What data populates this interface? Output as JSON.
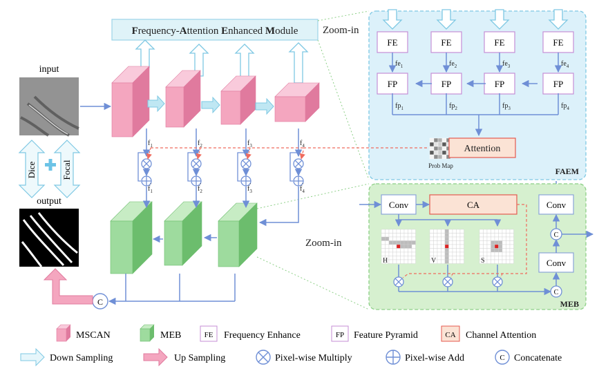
{
  "module_title": {
    "letters": [
      "F",
      "A",
      "E",
      "M"
    ],
    "rests": [
      "requency-",
      "ttention ",
      "nhanced ",
      "odule"
    ]
  },
  "zoom_in_top": "Zoom-in",
  "zoom_in_bottom": "Zoom-in",
  "input_label": "input",
  "output_label": "output",
  "loss": {
    "left": "Dice",
    "right": "Focal"
  },
  "features": {
    "f": [
      {
        "base": "f",
        "sub": "1"
      },
      {
        "base": "f",
        "sub": "2"
      },
      {
        "base": "f",
        "sub": "3"
      },
      {
        "base": "f",
        "sub": "4"
      }
    ],
    "fprime": [
      {
        "base": "f",
        "sub": "1",
        "sup": "'"
      },
      {
        "base": "f",
        "sub": "2",
        "sup": "'"
      },
      {
        "base": "f",
        "sub": "3",
        "sup": "'"
      },
      {
        "base": "f",
        "sub": "4",
        "sup": "'"
      }
    ]
  },
  "concat_symbol": "C",
  "faem": {
    "name": "FAEM",
    "fe_label": "FE",
    "fp_label": "FP",
    "fe_outputs": [
      {
        "base": "fe",
        "sub": "1"
      },
      {
        "base": "fe",
        "sub": "2"
      },
      {
        "base": "fe",
        "sub": "3"
      },
      {
        "base": "fe",
        "sub": "4"
      }
    ],
    "fp_outputs": [
      {
        "base": "fp",
        "sub": "1"
      },
      {
        "base": "fp",
        "sub": "2"
      },
      {
        "base": "fp",
        "sub": "3"
      },
      {
        "base": "fp",
        "sub": "4"
      }
    ],
    "attention": "Attention",
    "prob_map": "Prob Map"
  },
  "meb": {
    "name": "MEB",
    "conv": "Conv",
    "ca": "CA",
    "kernels": [
      "H",
      "V",
      "S"
    ]
  },
  "legend": {
    "row1": [
      "MSCAN",
      "MEB",
      "Frequency Enhance",
      "Feature Pyramid",
      "Channel Attention"
    ],
    "row1_icons": [
      "FE",
      "FP",
      "CA"
    ],
    "row2": [
      "Down Sampling",
      "Up Sampling",
      "Pixel-wise Multiply",
      "Pixel-wise Add",
      "Concatenate"
    ]
  },
  "colors": {
    "pink_face": "#f4a6bf",
    "pink_top": "#f9cadb",
    "pink_side": "#e07a9e",
    "green_face": "#9edb9e",
    "green_top": "#c7ecc4",
    "green_side": "#6cbd6d",
    "blue_line": "#6f8fd6",
    "light_blue_fill": "#dff3f8",
    "light_blue_stroke": "#7ec8e3",
    "faem_bg": "#dcf1fa",
    "meb_bg": "#d6f0cf",
    "fe_stroke": "#c58ed6",
    "ca_fill": "#fbe3d5",
    "ca_stroke": "#e45a4f",
    "dash_red": "#ef6b5e",
    "up_arrow": "#f4a6bf"
  }
}
